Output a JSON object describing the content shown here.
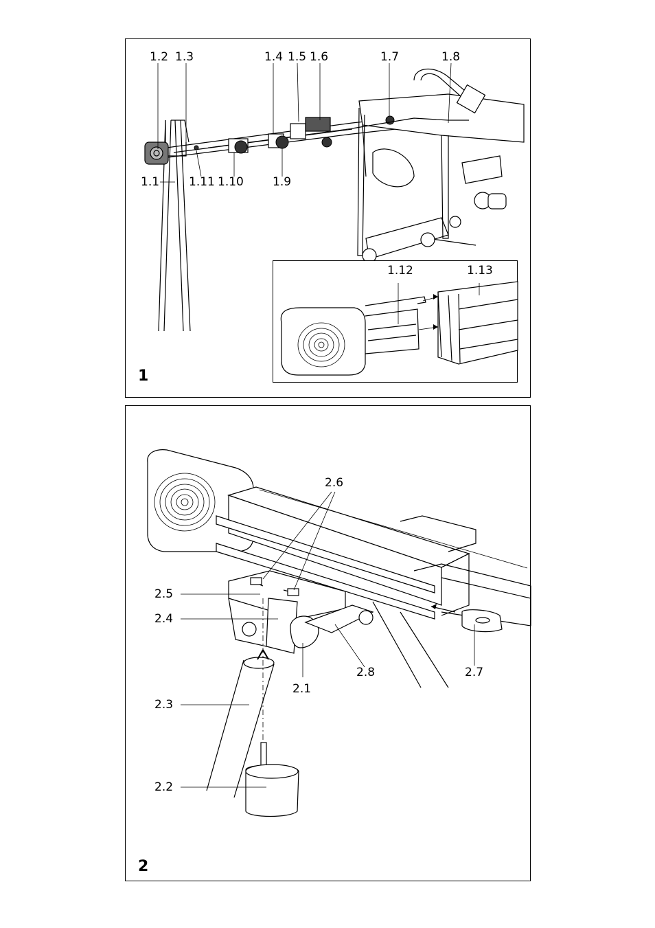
{
  "figure1": {
    "number": "1",
    "labels": [
      "1.1",
      "1.2",
      "1.3",
      "1.4",
      "1.5",
      "1.6",
      "1.7",
      "1.8",
      "1.9",
      "1.10",
      "1.11",
      "1.12",
      "1.13"
    ],
    "inset": {
      "labels": [
        "1.12",
        "1.13"
      ]
    }
  },
  "figure2": {
    "number": "2",
    "labels": [
      "2.1",
      "2.2",
      "2.3",
      "2.4",
      "2.5",
      "2.6",
      "2.7",
      "2.8"
    ]
  }
}
